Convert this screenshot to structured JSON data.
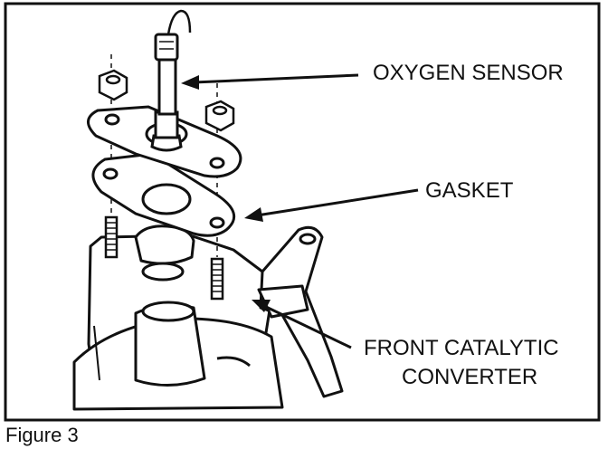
{
  "labels": {
    "oxygen_sensor": "OXYGEN SENSOR",
    "gasket": "GASKET",
    "converter_line1": "FRONT CATALYTIC",
    "converter_line2": "CONVERTER"
  },
  "caption": "Figure 3",
  "colors": {
    "ink": "#111111",
    "background": "#ffffff"
  }
}
